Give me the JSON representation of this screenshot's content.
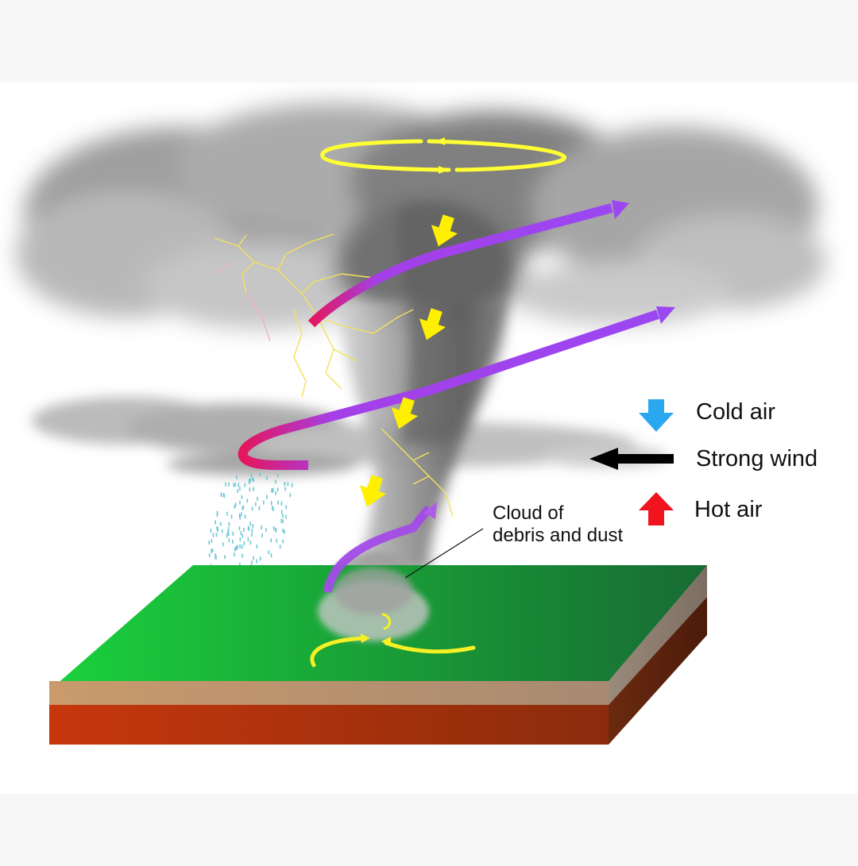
{
  "legend": [
    {
      "label": "Cold air",
      "icon": "cold-air-arrow-icon",
      "color": "#29a8f0"
    },
    {
      "label": "Strong wind",
      "icon": "strong-wind-arrow-icon",
      "color": "#000000"
    },
    {
      "label": "Hot air",
      "icon": "hot-air-arrow-icon",
      "color": "#f0141e"
    }
  ],
  "callout": {
    "line1": "Cloud of",
    "line2": "debris and dust"
  },
  "colors": {
    "ground_top": "#19c83a",
    "ground_top_dark": "#176f32",
    "soil_layer": "#c49a6e",
    "rock_layer": "#c23a0e",
    "updraft_purple": "#9b45f0",
    "updraft_magenta": "#e0185e",
    "downdraft_yellow": "#ffef00",
    "rotation_yellow": "#ffff33",
    "cloud_gray": "#8a8a8a"
  }
}
